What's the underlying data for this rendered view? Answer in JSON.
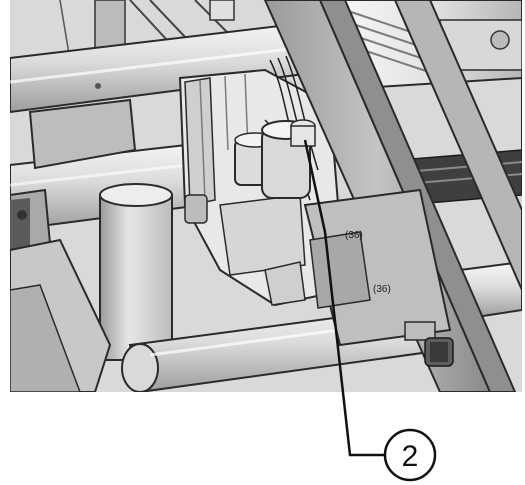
{
  "callout": {
    "number": "2"
  },
  "stamps": {
    "upper": "(36)",
    "lower": "(36)"
  },
  "colors": {
    "metal_light": "#e9e9e9",
    "metal_mid": "#bdbdbd",
    "metal_dark": "#7a7a7a",
    "line": "#262626"
  }
}
